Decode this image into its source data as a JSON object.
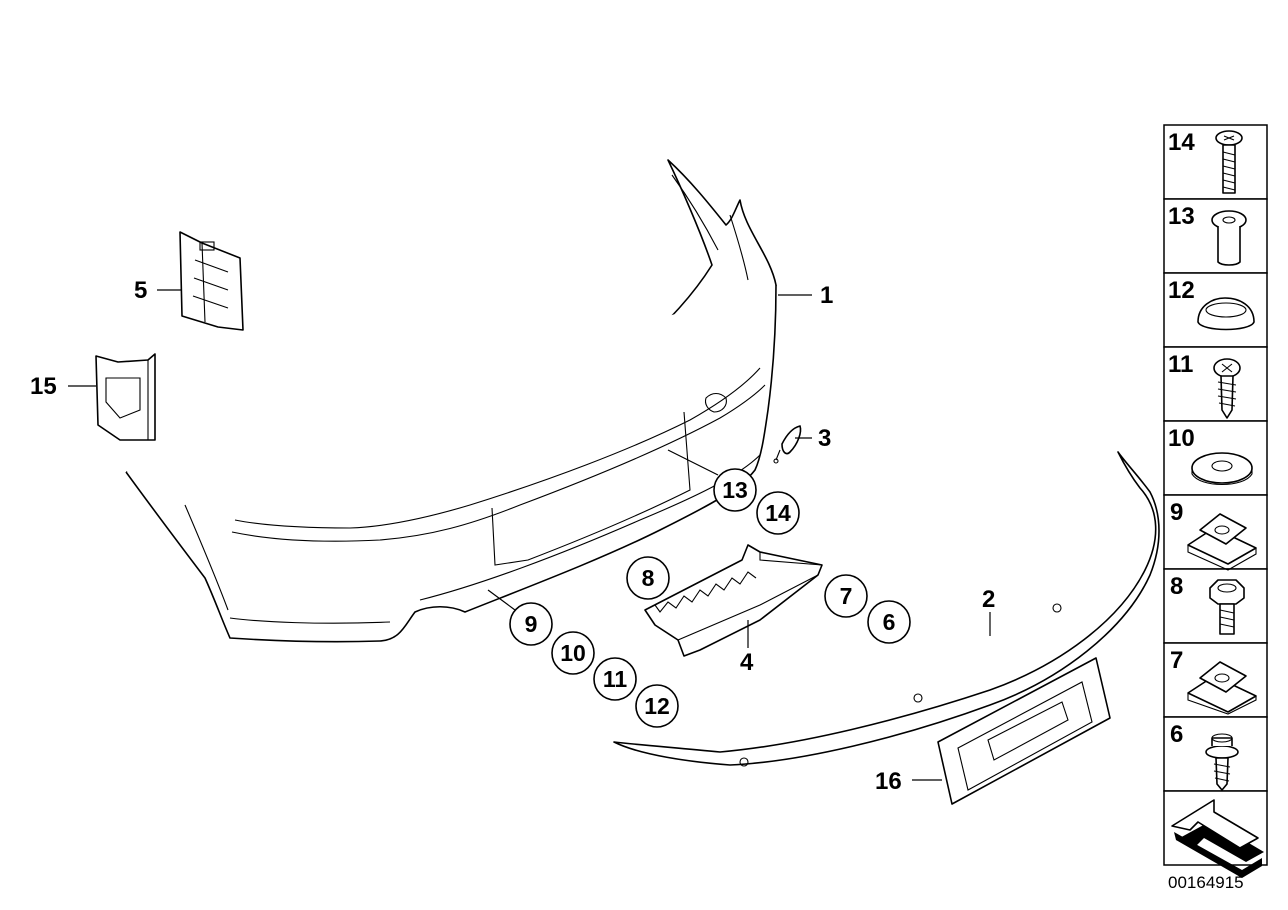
{
  "diagram": {
    "reference_number": "00164915",
    "labels": {
      "p1": "1",
      "p2": "2",
      "p3": "3",
      "p4": "4",
      "p5": "5",
      "p15": "15",
      "p16": "16"
    },
    "callouts": {
      "c13": "13",
      "c14": "14",
      "c8": "8",
      "c7": "7",
      "c6": "6",
      "c9": "9",
      "c10": "10",
      "c11": "11",
      "c12": "12"
    },
    "side_panel": [
      {
        "number": "14",
        "icon": "torx-bolt-icon"
      },
      {
        "number": "13",
        "icon": "expanding-nut-icon"
      },
      {
        "number": "12",
        "icon": "grommet-icon"
      },
      {
        "number": "11",
        "icon": "self-tapping-screw-icon"
      },
      {
        "number": "10",
        "icon": "washer-icon"
      },
      {
        "number": "9",
        "icon": "spring-nut-icon"
      },
      {
        "number": "8",
        "icon": "hex-bolt-icon"
      },
      {
        "number": "7",
        "icon": "spring-nut-icon"
      },
      {
        "number": "6",
        "icon": "flange-screw-icon"
      },
      {
        "number": "",
        "icon": "direction-arrow-icon"
      }
    ]
  }
}
